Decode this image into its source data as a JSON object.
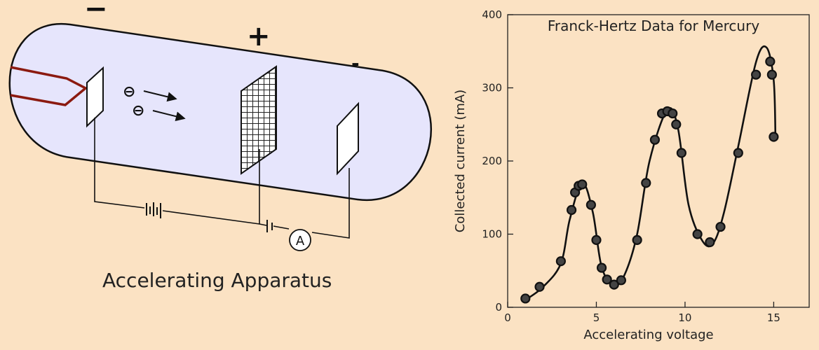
{
  "apparatus": {
    "caption": "Accelerating Apparatus",
    "cathode_sign": "−",
    "grid_sign": "+",
    "collector_sign": "-",
    "electron_symbol": "⊖",
    "ammeter_label": "A",
    "filament_color": "#8b1a10",
    "tube_fill": "#e6e5fc"
  },
  "chart_data": {
    "type": "scatter",
    "title": "Franck-Hertz Data for Mercury",
    "xlabel": "Accelerating voltage",
    "ylabel": "Collected current (mA)",
    "xlim": [
      0,
      17
    ],
    "ylim": [
      0,
      400
    ],
    "x_ticks": [
      0,
      5,
      10,
      15
    ],
    "y_ticks": [
      0,
      100,
      200,
      300,
      400
    ],
    "grid": false,
    "points": [
      {
        "x": 1.0,
        "y": 12
      },
      {
        "x": 1.8,
        "y": 28
      },
      {
        "x": 3.0,
        "y": 63
      },
      {
        "x": 3.6,
        "y": 133
      },
      {
        "x": 3.8,
        "y": 157
      },
      {
        "x": 4.0,
        "y": 166
      },
      {
        "x": 4.2,
        "y": 168
      },
      {
        "x": 4.7,
        "y": 140
      },
      {
        "x": 5.0,
        "y": 92
      },
      {
        "x": 5.3,
        "y": 54
      },
      {
        "x": 5.6,
        "y": 38
      },
      {
        "x": 6.0,
        "y": 31
      },
      {
        "x": 6.4,
        "y": 37
      },
      {
        "x": 7.3,
        "y": 92
      },
      {
        "x": 7.8,
        "y": 170
      },
      {
        "x": 8.3,
        "y": 229
      },
      {
        "x": 8.7,
        "y": 265
      },
      {
        "x": 9.0,
        "y": 268
      },
      {
        "x": 9.3,
        "y": 265
      },
      {
        "x": 9.5,
        "y": 250
      },
      {
        "x": 9.8,
        "y": 211
      },
      {
        "x": 10.7,
        "y": 100
      },
      {
        "x": 11.4,
        "y": 89
      },
      {
        "x": 12.0,
        "y": 110
      },
      {
        "x": 13.0,
        "y": 211
      },
      {
        "x": 14.0,
        "y": 318
      },
      {
        "x": 14.8,
        "y": 336
      },
      {
        "x": 14.9,
        "y": 318
      },
      {
        "x": 15.0,
        "y": 233
      }
    ],
    "curve": [
      {
        "x": 1.0,
        "y": 10
      },
      {
        "x": 2.0,
        "y": 28
      },
      {
        "x": 3.0,
        "y": 60
      },
      {
        "x": 3.5,
        "y": 120
      },
      {
        "x": 4.2,
        "y": 170
      },
      {
        "x": 4.8,
        "y": 130
      },
      {
        "x": 5.3,
        "y": 55
      },
      {
        "x": 6.0,
        "y": 30
      },
      {
        "x": 6.6,
        "y": 45
      },
      {
        "x": 7.3,
        "y": 100
      },
      {
        "x": 8.0,
        "y": 200
      },
      {
        "x": 9.0,
        "y": 270
      },
      {
        "x": 9.6,
        "y": 245
      },
      {
        "x": 10.2,
        "y": 140
      },
      {
        "x": 11.0,
        "y": 90
      },
      {
        "x": 11.6,
        "y": 88
      },
      {
        "x": 12.2,
        "y": 130
      },
      {
        "x": 13.0,
        "y": 220
      },
      {
        "x": 14.0,
        "y": 335
      },
      {
        "x": 14.6,
        "y": 355
      },
      {
        "x": 15.0,
        "y": 310
      },
      {
        "x": 15.1,
        "y": 230
      }
    ]
  }
}
